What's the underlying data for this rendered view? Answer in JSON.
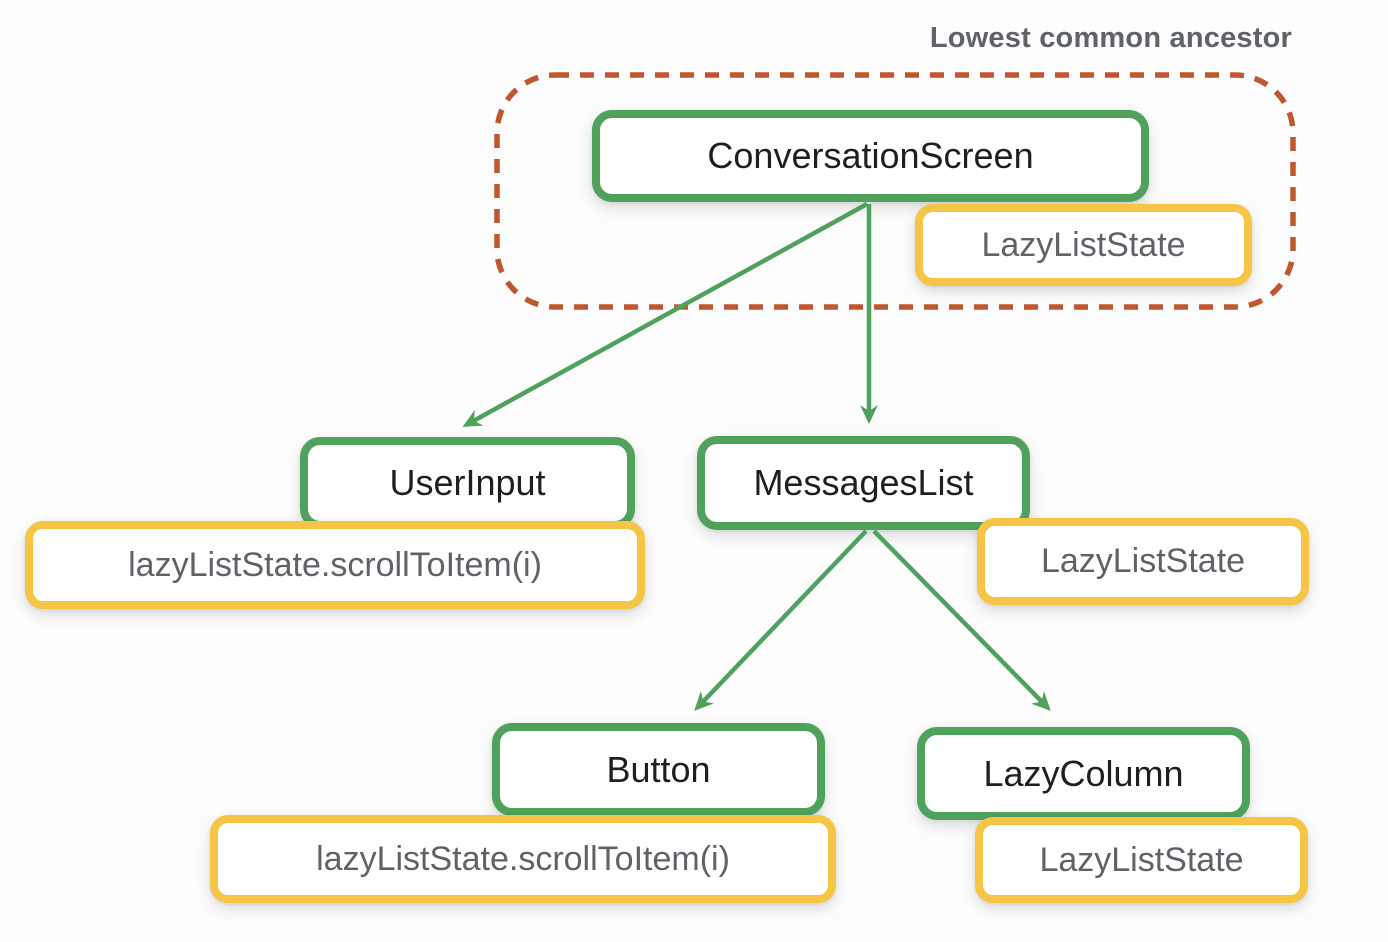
{
  "title": "Lowest common ancestor",
  "colors": {
    "composable_border_green": "#4fa25c",
    "state_border_yellow": "#f6c546",
    "ancestor_dash_orange": "#c1572e",
    "node_text_dark": "#1f1f1f",
    "state_text_gray": "#5f6368",
    "title_gray": "#5f6368",
    "background": "#fdfdfd"
  },
  "nodes": {
    "conversation_screen": {
      "label": "ConversationScreen"
    },
    "user_input": {
      "label": "UserInput"
    },
    "messages_list": {
      "label": "MessagesList"
    },
    "button": {
      "label": "Button"
    },
    "lazy_column": {
      "label": "LazyColumn"
    }
  },
  "states": {
    "hoisted_state": {
      "label": "LazyListState"
    },
    "user_input_call": {
      "label": "lazyListState.scrollToItem(i)"
    },
    "messages_list_state": {
      "label": "LazyListState"
    },
    "button_call": {
      "label": "lazyListState.scrollToItem(i)"
    },
    "lazy_column_state": {
      "label": "LazyListState"
    }
  },
  "edges": [
    {
      "from": "ConversationScreen",
      "to": "UserInput"
    },
    {
      "from": "ConversationScreen",
      "to": "MessagesList"
    },
    {
      "from": "MessagesList",
      "to": "Button"
    },
    {
      "from": "MessagesList",
      "to": "LazyColumn"
    }
  ]
}
